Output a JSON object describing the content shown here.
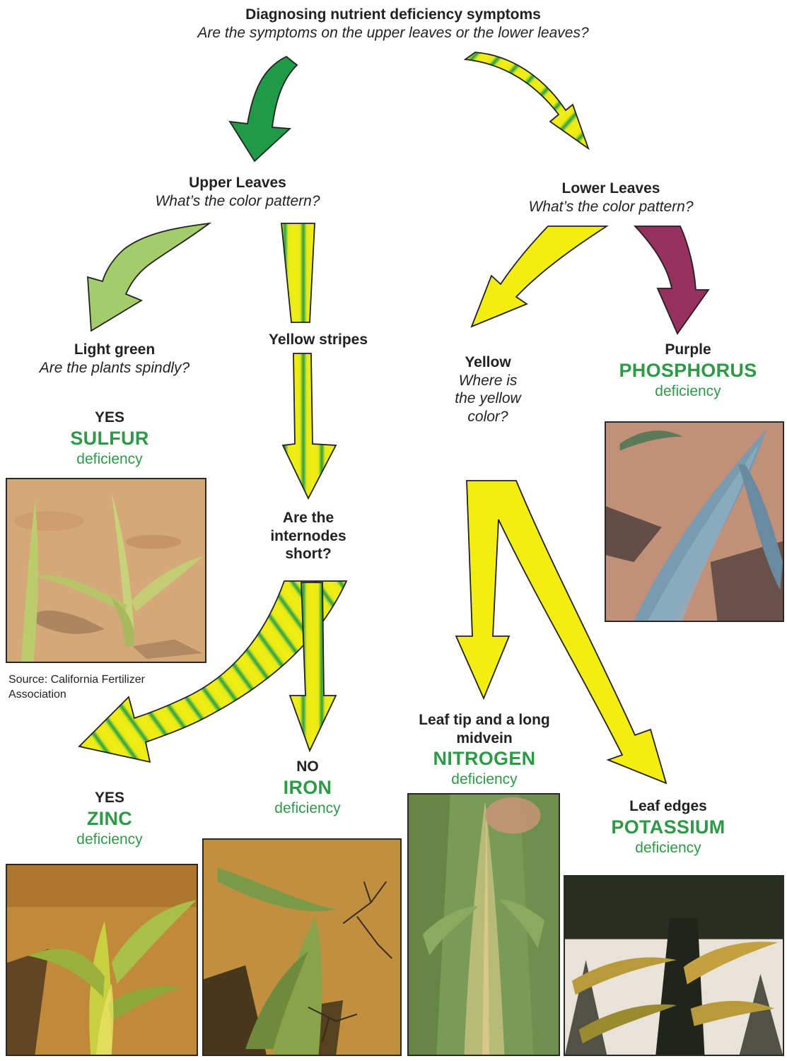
{
  "title": "Diagnosing nutrient deficiency symptoms",
  "subtitle": "Are the symptoms on the upper leaves or the lower leaves?",
  "upper": {
    "title": "Upper Leaves",
    "question": "What’s the color pattern?"
  },
  "lower": {
    "title": "Lower Leaves",
    "question": "What’s the color pattern?"
  },
  "light_green": {
    "title": "Light green",
    "question": "Are the plants spindly?"
  },
  "yellow_stripes": {
    "title": "Yellow stripes"
  },
  "internodes": {
    "question": "Are the internodes short?"
  },
  "yellow": {
    "title": "Yellow",
    "question": "Where is the yellow color?"
  },
  "sulfur": {
    "answer": "YES",
    "nutrient": "SULFUR",
    "suffix": "deficiency"
  },
  "phosphorus": {
    "title": "Purple",
    "nutrient": "PHOSPHORUS",
    "suffix": "deficiency"
  },
  "zinc": {
    "answer": "YES",
    "nutrient": "ZINC",
    "suffix": "deficiency"
  },
  "iron": {
    "answer": "NO",
    "nutrient": "IRON",
    "suffix": "deficiency"
  },
  "nitrogen": {
    "location": "Leaf tip and a long midvein",
    "nutrient": "NITROGEN",
    "suffix": "deficiency"
  },
  "potassium": {
    "location": "Leaf edges",
    "nutrient": "POTASSIUM",
    "suffix": "deficiency"
  },
  "source": "Source: California Fertilizer Association",
  "colors": {
    "dark_green": "#1e9a48",
    "light_green": "#a3cd6a",
    "yellow": "#f4ee10",
    "purple": "#96305f",
    "label_green": "#2e9a47"
  }
}
